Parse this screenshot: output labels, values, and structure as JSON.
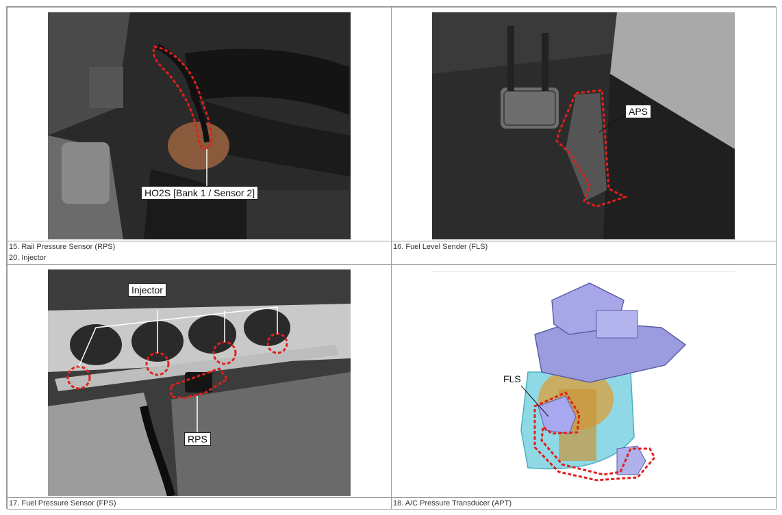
{
  "panels": [
    {
      "caption_lines": [
        "15. Rail Pressure Sensor (RPS)",
        "20. Injector"
      ],
      "callout": "HO2S [Bank 1 / Sensor 2]"
    },
    {
      "caption_lines": [
        "16. Fuel Level Sender (FLS)"
      ],
      "callout": "APS"
    },
    {
      "caption_lines": [
        "17. Fuel Pressure Sensor (FPS)"
      ],
      "callouts": [
        "Injector",
        "RPS"
      ]
    },
    {
      "caption_lines": [
        "18. A/C Pressure Transducer (APT)"
      ],
      "callout": "FLS"
    }
  ],
  "colors": {
    "highlight": "#e0201c",
    "border": "#9a9a9a"
  }
}
